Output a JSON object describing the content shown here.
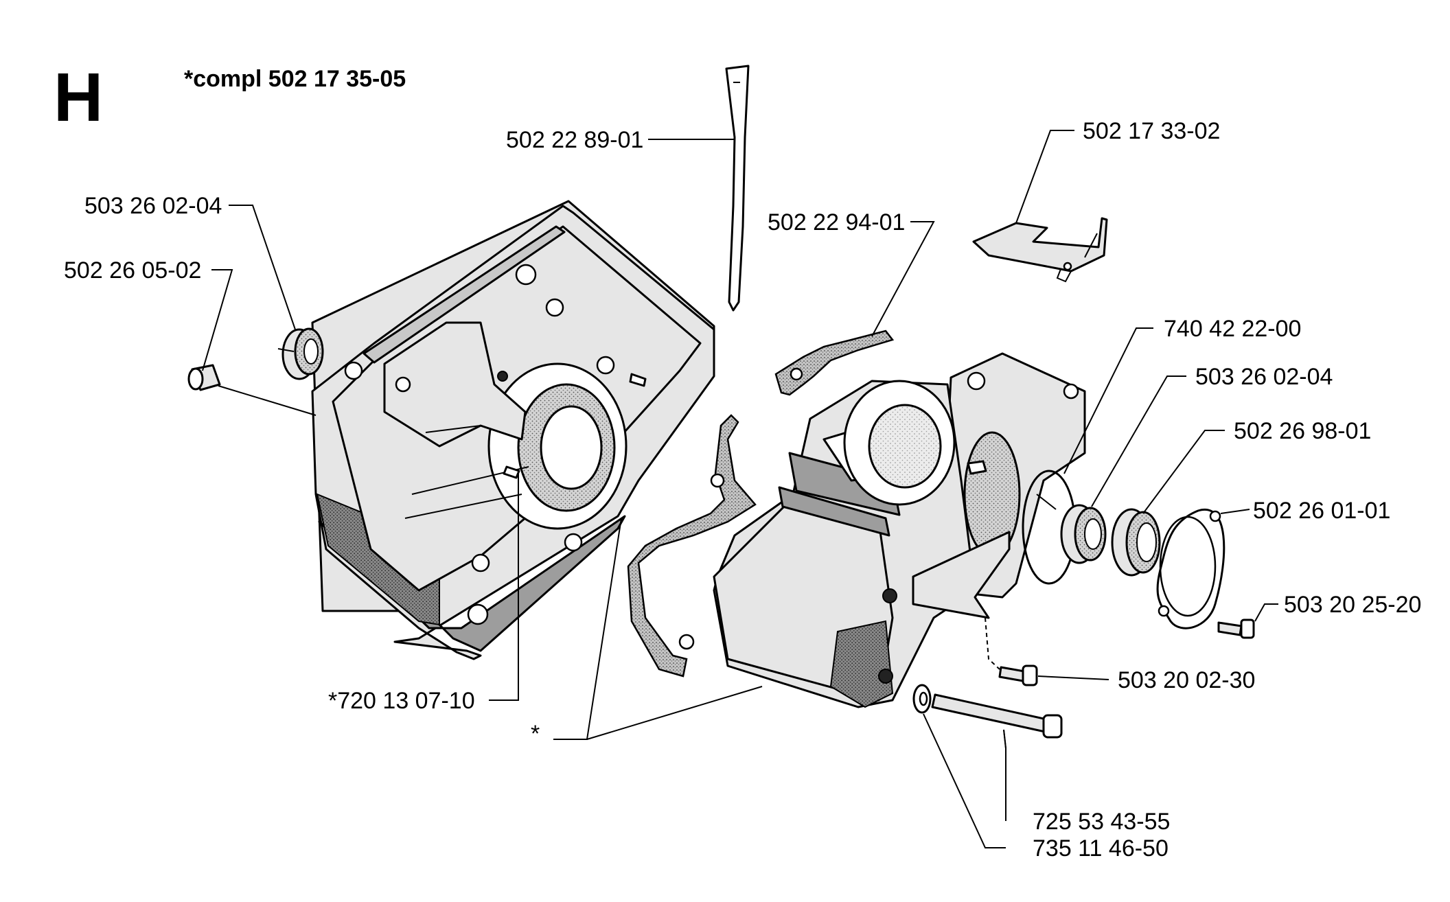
{
  "diagram": {
    "section_letter": "H",
    "assembly_note": "*compl 502 17 35-05",
    "parts": [
      {
        "id": "strip",
        "label": "502 22 89-01"
      },
      {
        "id": "bracket",
        "label": "502 17 33-02"
      },
      {
        "id": "seal-left",
        "label": "503 26 02-04"
      },
      {
        "id": "bushing",
        "label": "502 26 05-02"
      },
      {
        "id": "gasket",
        "label": "502 22 94-01"
      },
      {
        "id": "oring",
        "label": "740 42 22-00"
      },
      {
        "id": "seal-right",
        "label": "503 26 02-04"
      },
      {
        "id": "bearing",
        "label": "502 26 98-01"
      },
      {
        "id": "cover-plate",
        "label": "502 26 01-01"
      },
      {
        "id": "screw-small",
        "label": "503 20 25-20"
      },
      {
        "id": "screw-mid",
        "label": "503 20 02-30"
      },
      {
        "id": "pin",
        "label": "*720 13 07-10"
      },
      {
        "id": "crankcase",
        "label": "*"
      },
      {
        "id": "bolt",
        "label": "725 53 43-55"
      },
      {
        "id": "washer",
        "label": "735 11 46-50"
      }
    ]
  }
}
